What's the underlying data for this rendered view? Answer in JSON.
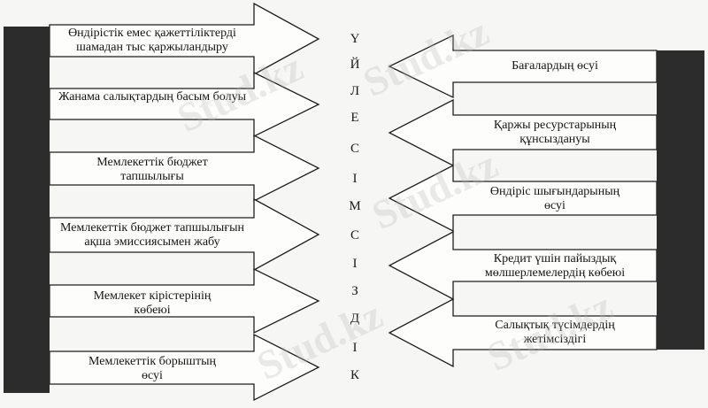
{
  "left_bar": {
    "label": ""
  },
  "right_bar": {
    "label": ""
  },
  "center_letters": [
    "Ү",
    "Й",
    "Л",
    "Е",
    "С",
    "І",
    "М",
    "С",
    "І",
    "З",
    "Д",
    "І",
    "К"
  ],
  "left_items": [
    {
      "line1": "Өндірістік емес қажеттіліктерді",
      "line2": "шамадан тыс қаржыландыру"
    },
    {
      "line1": "Жанама салықтардың басым болуы",
      "line2": ""
    },
    {
      "line1": "Мемлекеттік бюджет",
      "line2": "тапшылығы"
    },
    {
      "line1": "Мемлекеттік бюджет тапшылығын",
      "line2": "ақша эмиссиясымен жабу"
    },
    {
      "line1": "Мемлекет кірістерінің",
      "line2": "көбеюі"
    },
    {
      "line1": "Мемлекеттік борыштың",
      "line2": "өсуі"
    }
  ],
  "right_items": [
    {
      "line1": "Бағалардың өсуі",
      "line2": ""
    },
    {
      "line1": "Қаржы ресурстарының",
      "line2": "құнсыздануы"
    },
    {
      "line1": "Өндіріс шығындарының",
      "line2": "өсуі"
    },
    {
      "line1": "Кредит үшін пайыздық",
      "line2": "мөлшерлемелердің көбеюі"
    },
    {
      "line1": "Салықтық түсімдердің",
      "line2": "жетімсіздігі"
    }
  ],
  "watermark": "Stud.kz"
}
